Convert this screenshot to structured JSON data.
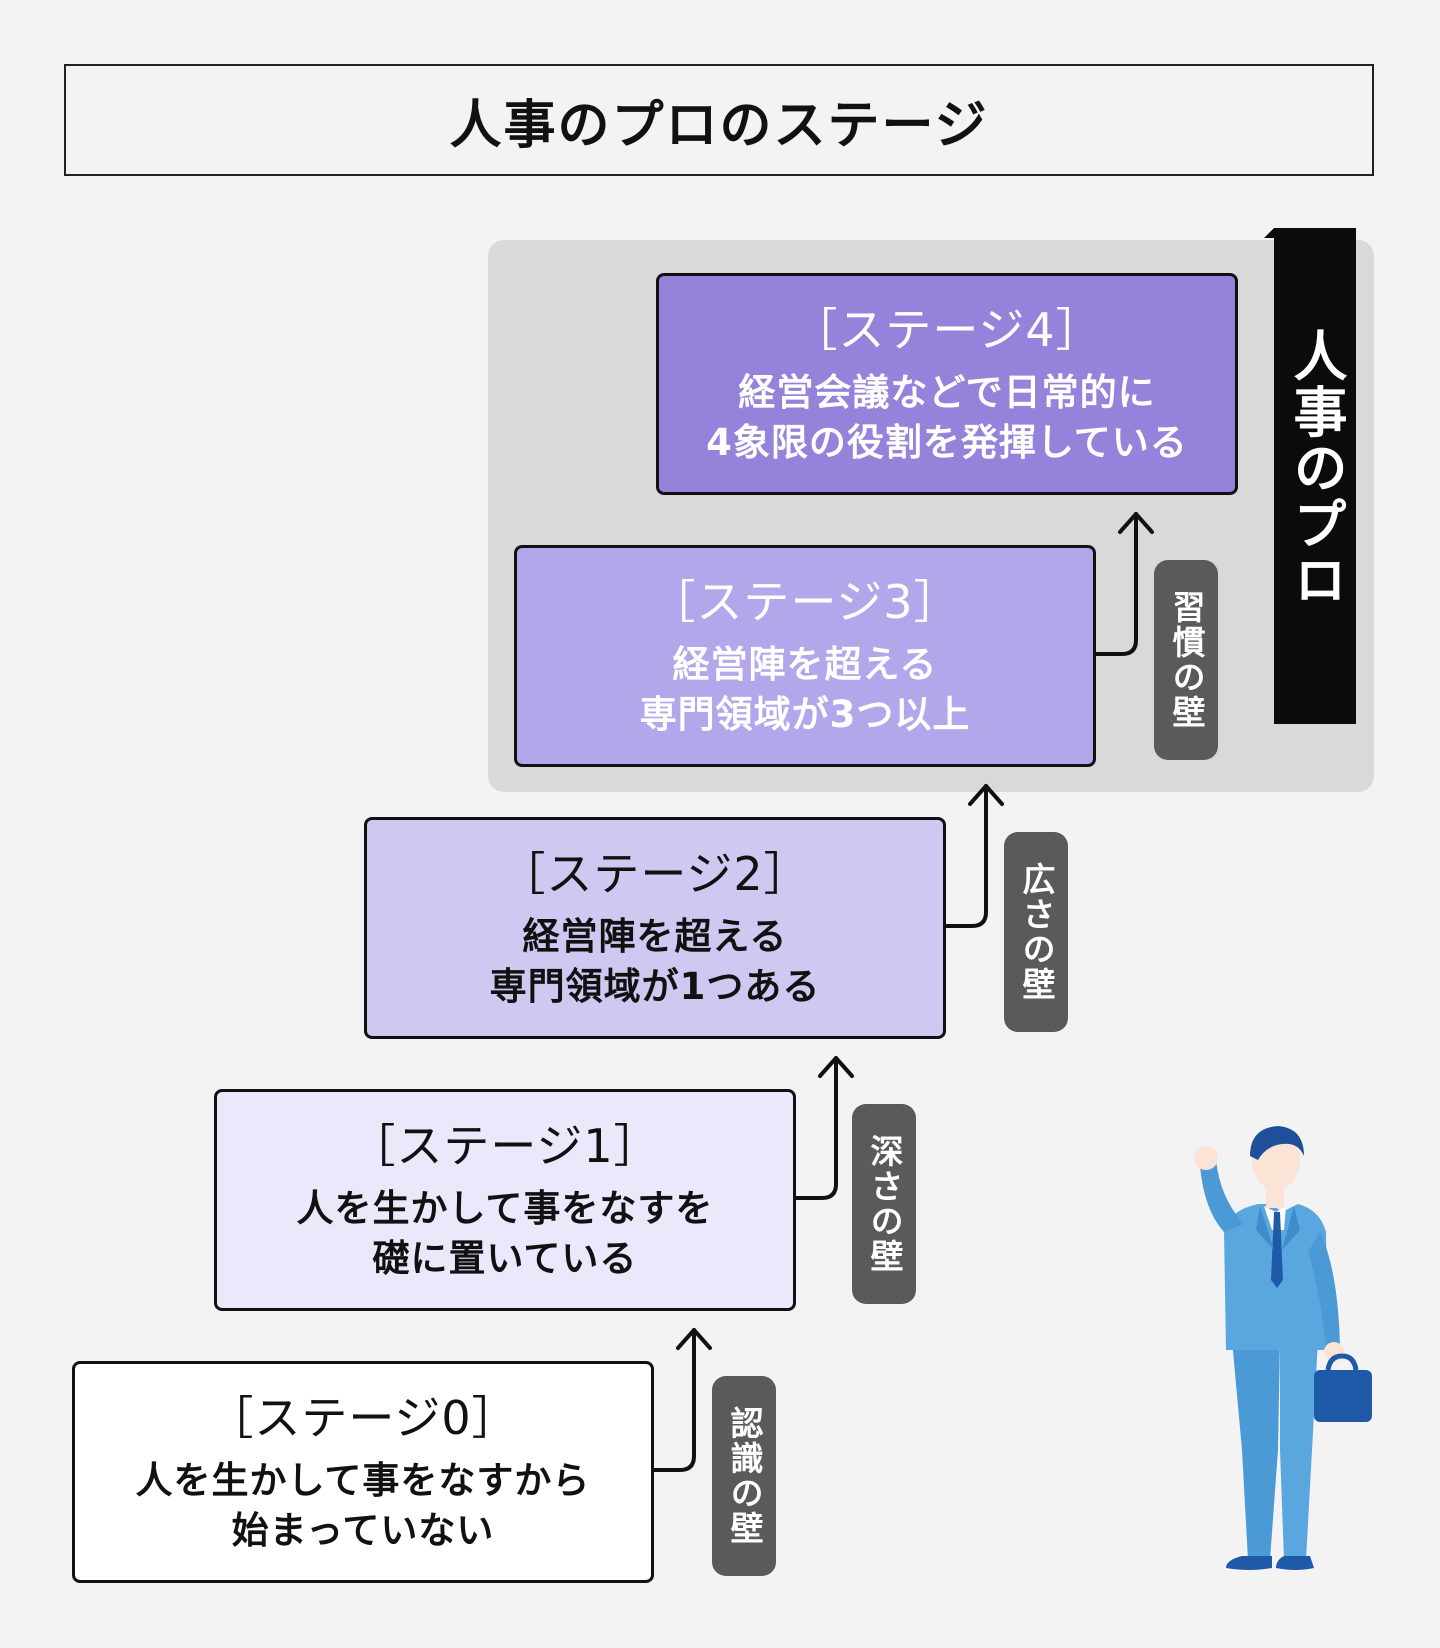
{
  "title": "人事のプロのステージ",
  "pro_label": "人事のプロ",
  "stages": [
    {
      "title": "［ステージ0］",
      "desc_line1": "人を生かして事をなすから",
      "desc_line2": "始まっていない"
    },
    {
      "title": "［ステージ1］",
      "desc_line1": "人を生かして事をなすを",
      "desc_line2": "礎に置いている"
    },
    {
      "title": "［ステージ2］",
      "desc_line1": "経営陣を超える",
      "desc_line2": "専門領域が1つある"
    },
    {
      "title": "［ステージ3］",
      "desc_line1": "経営陣を超える",
      "desc_line2": "専門領域が3つ以上"
    },
    {
      "title": "［ステージ4］",
      "desc_line1": "経営会議などで日常的に",
      "desc_line2": "4象限の役割を発揮している"
    }
  ],
  "walls": [
    "認識の壁",
    "深さの壁",
    "広さの壁",
    "習慣の壁"
  ],
  "colors": {
    "stage0": "#ffffff",
    "stage1": "#ebe8fc",
    "stage2": "#cfc8f1",
    "stage3": "#b3a6ea",
    "stage4": "#9582db",
    "wall": "#5a5a5a",
    "pro_area": "#d9d9d9"
  }
}
